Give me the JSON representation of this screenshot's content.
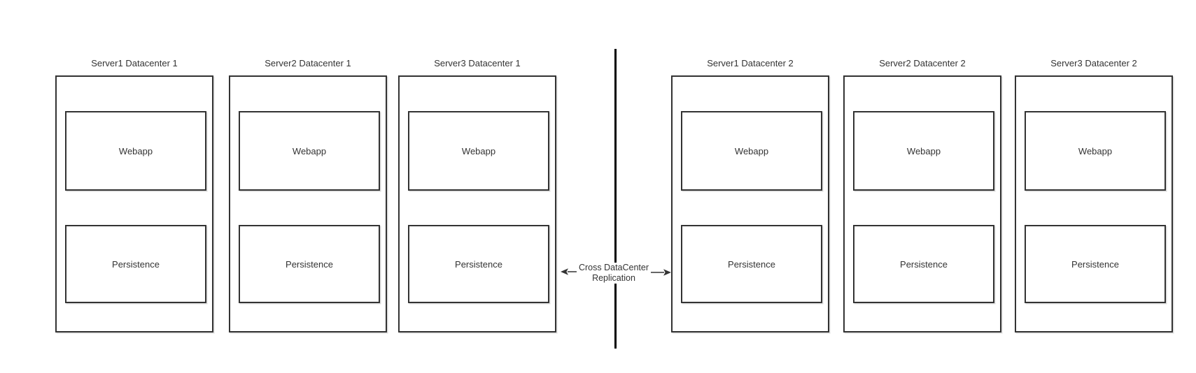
{
  "servers": [
    {
      "title": "Server1 Datacenter 1",
      "webapp": "Webapp",
      "persistence": "Persistence"
    },
    {
      "title": "Server2 Datacenter 1",
      "webapp": "Webapp",
      "persistence": "Persistence"
    },
    {
      "title": "Server3 Datacenter 1",
      "webapp": "Webapp",
      "persistence": "Persistence"
    },
    {
      "title": "Server1 Datacenter 2",
      "webapp": "Webapp",
      "persistence": "Persistence"
    },
    {
      "title": "Server2 Datacenter 2",
      "webapp": "Webapp",
      "persistence": "Persistence"
    },
    {
      "title": "Server3 Datacenter 2",
      "webapp": "Webapp",
      "persistence": "Persistence"
    }
  ],
  "replication": {
    "line1": "Cross DataCenter",
    "line2": "Replication"
  },
  "colors": {
    "box_border": "#333333",
    "divider": "#000000",
    "text": "#333333",
    "arrow_shaft": "#666666",
    "arrow_head": "#333333"
  }
}
